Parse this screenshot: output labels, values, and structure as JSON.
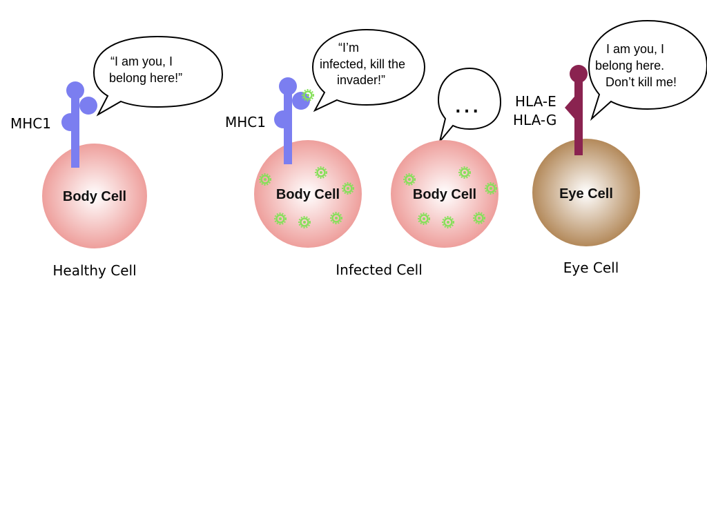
{
  "colors": {
    "mhc": "#7b7ef0",
    "hla": "#8a2350",
    "body_cell_edge": "#eea6a3",
    "body_cell_center": "#ffffff",
    "eye_cell_edge": "#b38a55",
    "virus": "#86e05a"
  },
  "healthy": {
    "receptor_label": "MHC1",
    "speech_line1": "“I am you, I",
    "speech_line2": "belong here!”",
    "cell_label": "Body Cell",
    "caption": "Healthy Cell"
  },
  "infected": {
    "receptor_label": "MHC1",
    "speech_line1": "“I’m",
    "speech_line2": "infected, kill the",
    "speech_line3": "invader!”",
    "cell_label": "Body Cell",
    "silent_speech": "…",
    "silent_cell_label": "Body Cell",
    "caption": "Infected Cell"
  },
  "eye": {
    "receptor_label_1": "HLA-E",
    "receptor_label_2": "HLA-G",
    "speech_line1": "I am you, I",
    "speech_line2": "belong here.",
    "speech_line3": "Don’t kill me!",
    "cell_label": "Eye Cell",
    "caption": "Eye Cell"
  }
}
